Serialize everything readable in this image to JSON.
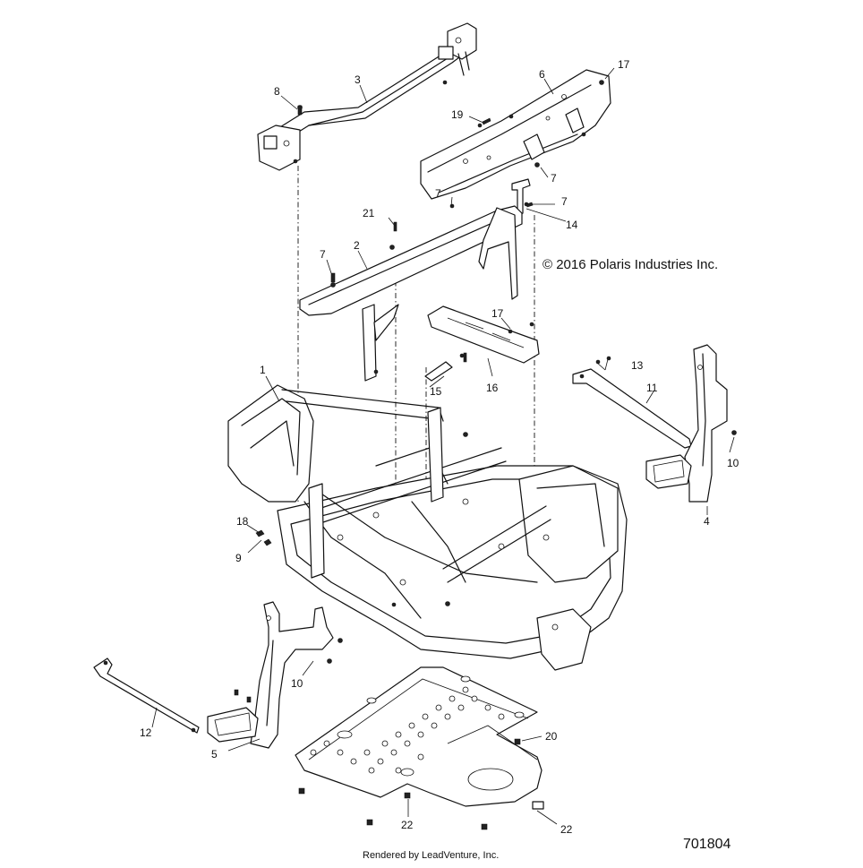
{
  "diagram": {
    "copyright": "© 2016 Polaris Industries Inc.",
    "figure_id": "701804",
    "credit": "Rendered by LeadVenture, Inc.",
    "callouts": [
      {
        "id": "c-1",
        "label": "1"
      },
      {
        "id": "c-2",
        "label": "2"
      },
      {
        "id": "c-3",
        "label": "3"
      },
      {
        "id": "c-4",
        "label": "4"
      },
      {
        "id": "c-5",
        "label": "5"
      },
      {
        "id": "c-6",
        "label": "6"
      },
      {
        "id": "c-7a",
        "label": "7"
      },
      {
        "id": "c-7b",
        "label": "7"
      },
      {
        "id": "c-7c",
        "label": "7"
      },
      {
        "id": "c-7d",
        "label": "7"
      },
      {
        "id": "c-8",
        "label": "8"
      },
      {
        "id": "c-9",
        "label": "9"
      },
      {
        "id": "c-10a",
        "label": "10"
      },
      {
        "id": "c-10b",
        "label": "10"
      },
      {
        "id": "c-11",
        "label": "11"
      },
      {
        "id": "c-12",
        "label": "12"
      },
      {
        "id": "c-13",
        "label": "13"
      },
      {
        "id": "c-14",
        "label": "14"
      },
      {
        "id": "c-15",
        "label": "15"
      },
      {
        "id": "c-16",
        "label": "16"
      },
      {
        "id": "c-17a",
        "label": "17"
      },
      {
        "id": "c-17b",
        "label": "17"
      },
      {
        "id": "c-18",
        "label": "18"
      },
      {
        "id": "c-19",
        "label": "19"
      },
      {
        "id": "c-20",
        "label": "20"
      },
      {
        "id": "c-21",
        "label": "21"
      },
      {
        "id": "c-22a",
        "label": "22"
      },
      {
        "id": "c-22b",
        "label": "22"
      }
    ]
  }
}
